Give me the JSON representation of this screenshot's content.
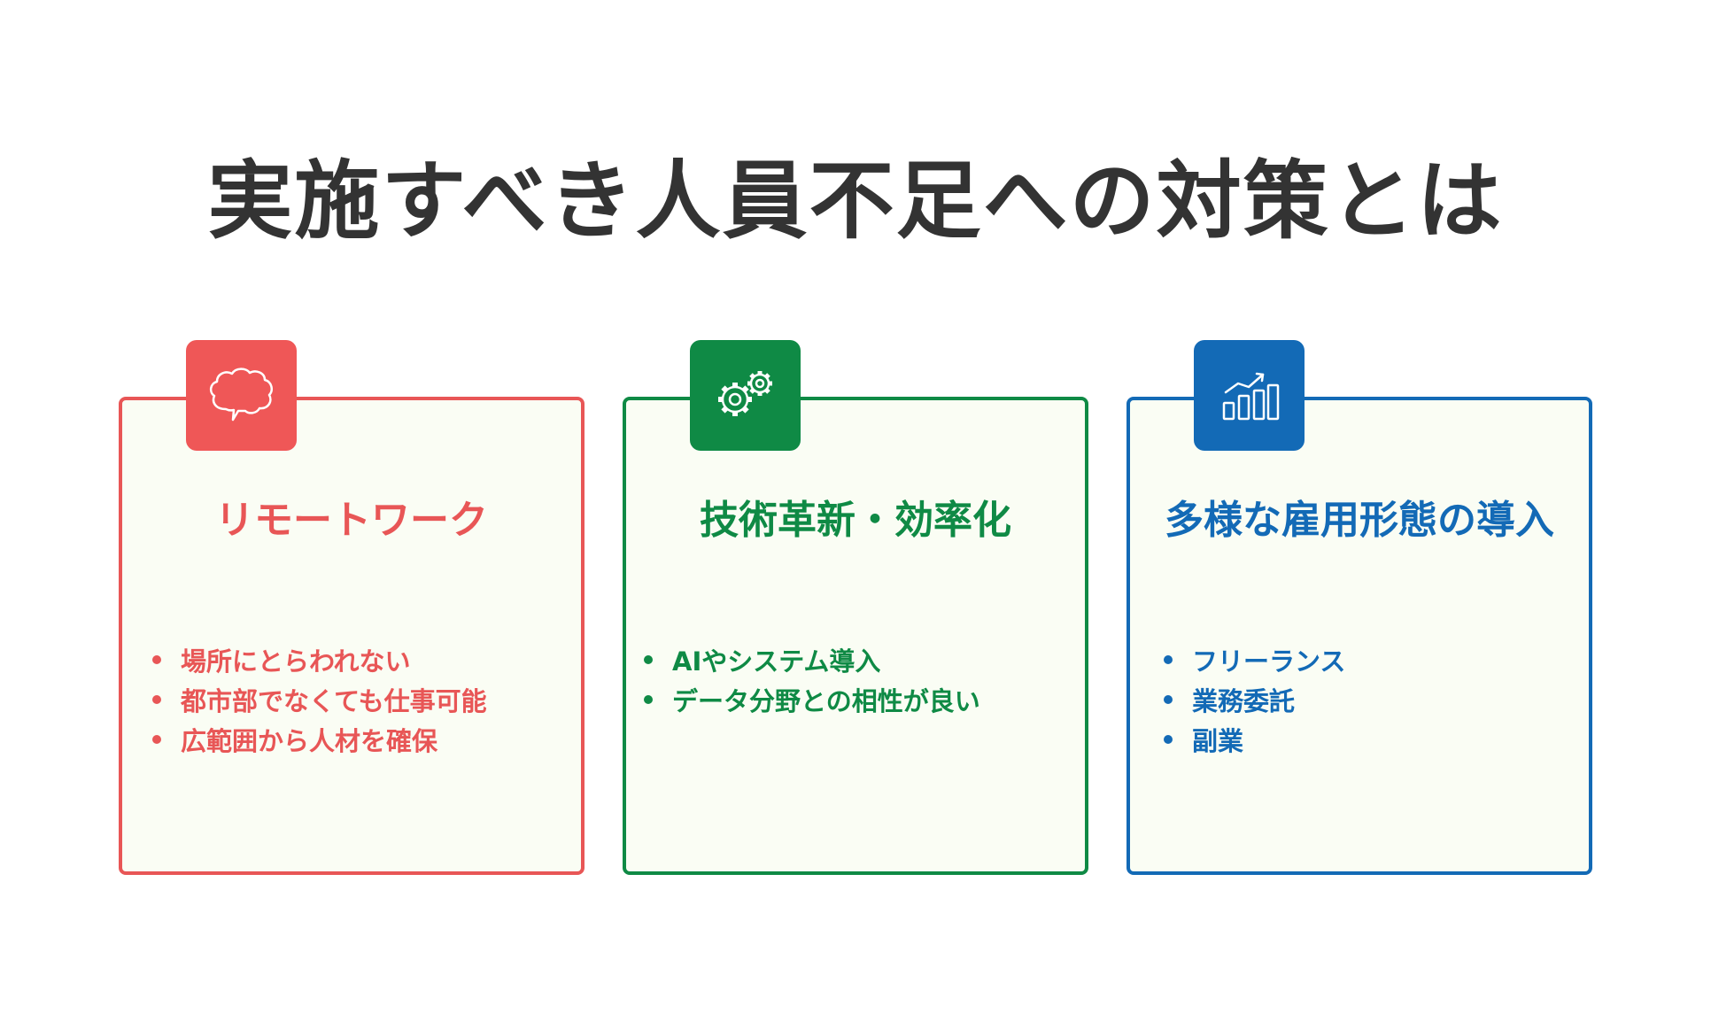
{
  "title": "実施すべき人員不足への対策とは",
  "cards": [
    {
      "icon": "speech-bubble-icon",
      "color": "#e85656",
      "heading": "リモートワーク",
      "items": [
        "場所にとらわれない",
        "都市部でなくても仕事可能",
        "広範囲から人材を確保"
      ]
    },
    {
      "icon": "gears-icon",
      "color": "#0f8a45",
      "heading": "技術革新・効率化",
      "items": [
        "AIやシステム導入",
        "データ分野との相性が良い"
      ]
    },
    {
      "icon": "bar-chart-icon",
      "color": "#136ab6",
      "heading": "多様な雇用形態の導入",
      "items": [
        "フリーランス",
        "業務委託",
        "副業"
      ]
    }
  ]
}
